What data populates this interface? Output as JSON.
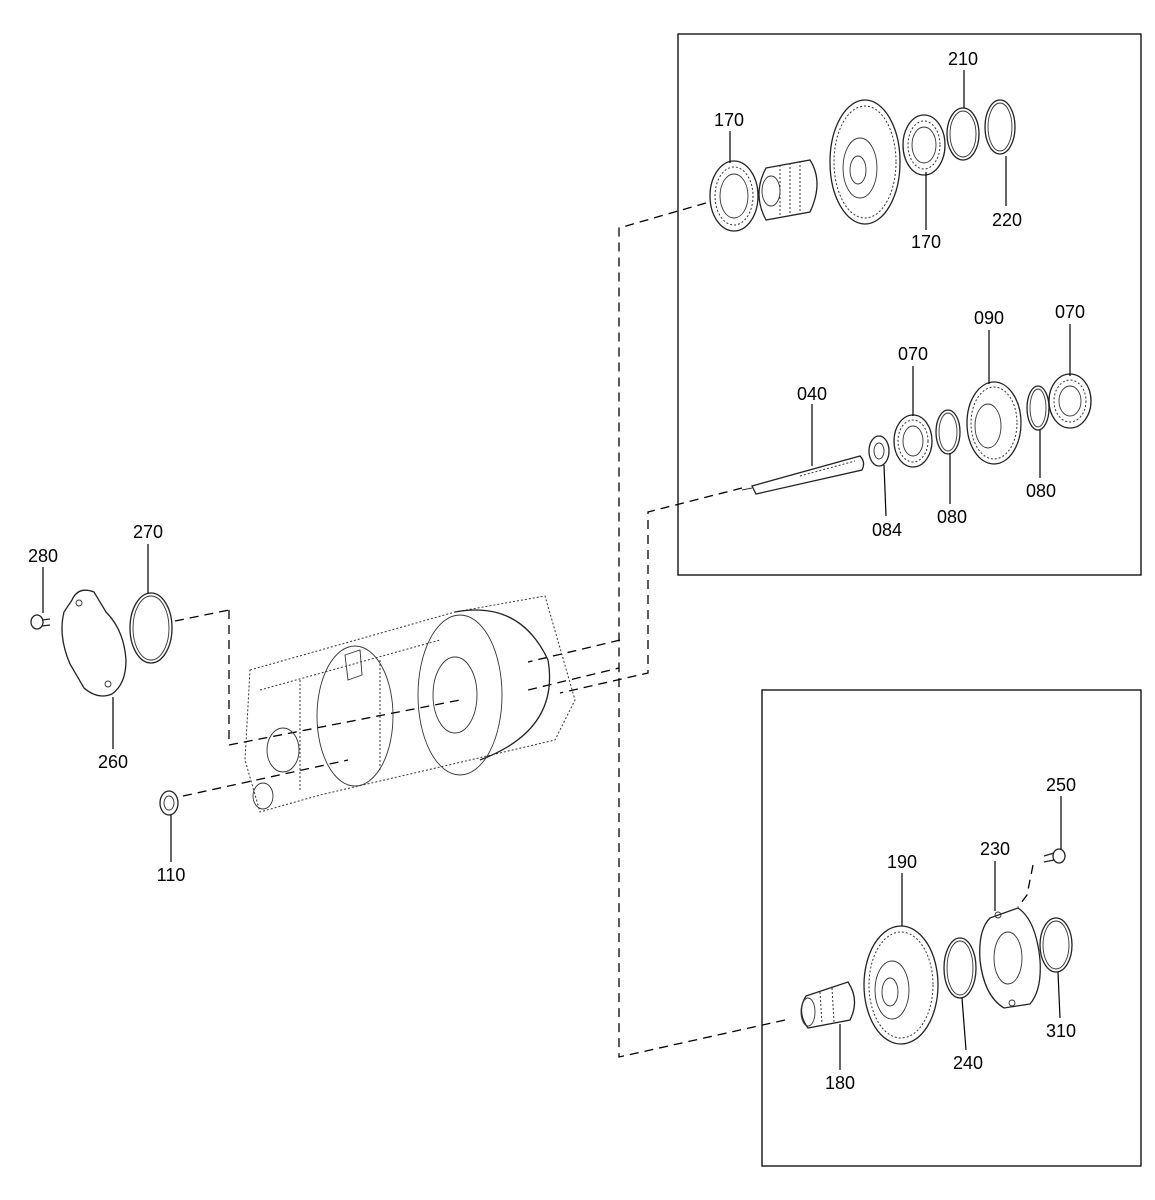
{
  "callouts": {
    "c170_top": "170",
    "c210": "210",
    "c170_mid": "170",
    "c220": "220",
    "c040": "040",
    "c070_mid": "070",
    "c090": "090",
    "c070_right": "070",
    "c084": "084",
    "c080_mid": "080",
    "c080_right": "080",
    "c280": "280",
    "c270": "270",
    "c260": "260",
    "c110": "110",
    "c250": "250",
    "c190": "190",
    "c230": "230",
    "c240": "240",
    "c310": "310",
    "c180": "180"
  }
}
